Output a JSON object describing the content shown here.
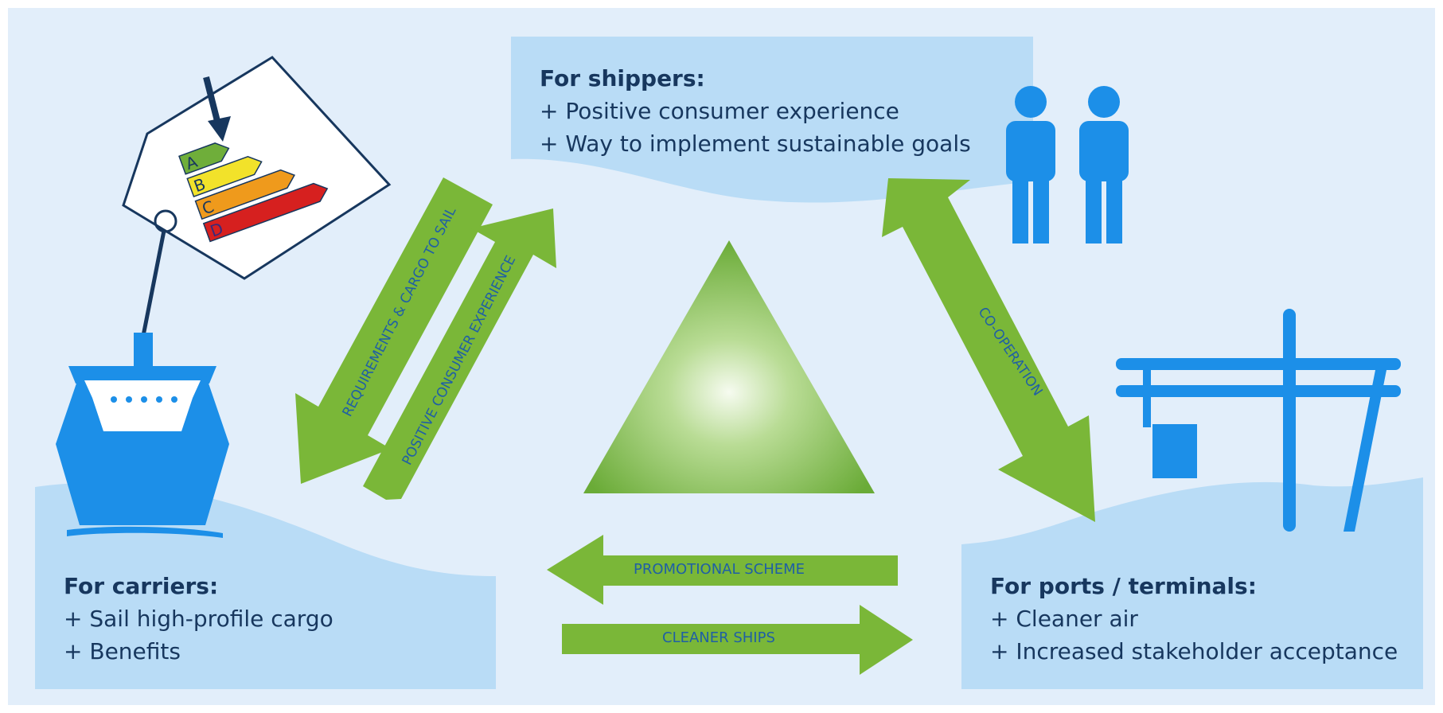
{
  "shippers": {
    "heading": "For shippers:",
    "lines": [
      "+ Positive consumer experience",
      "+ Way to implement sustainable goals"
    ]
  },
  "carriers": {
    "heading": "For carriers:",
    "lines": [
      "+ Sail high-profile cargo",
      "+ Benefits"
    ]
  },
  "ports": {
    "heading": "For ports / terminals:",
    "lines": [
      "+ Cleaner air",
      "+ Increased stakeholder acceptance"
    ]
  },
  "arrows": {
    "requirements": "REQUIREMENTS & CARGO TO SAIL",
    "positive": "POSITIVE CONSUMER EXPERIENCE",
    "cooperation": "CO-OPERATION",
    "promotional": "PROMOTIONAL SCHEME",
    "cleaner": "CLEANER SHIPS"
  },
  "label_tag": {
    "grades": [
      "A",
      "B",
      "C",
      "D"
    ]
  },
  "icons": [
    "energy-label-tag-icon",
    "ship-icon",
    "people-icon",
    "port-crane-icon"
  ],
  "colors": {
    "background": "#e2eefa",
    "panel": "#b9dcf6",
    "arrow": "#7ab738",
    "text": "#17375e",
    "icon": "#1c8fe8",
    "grade_a": "#6fae3a",
    "grade_b": "#f2e22a",
    "grade_c": "#ef9a1c",
    "grade_d": "#d6201f"
  }
}
